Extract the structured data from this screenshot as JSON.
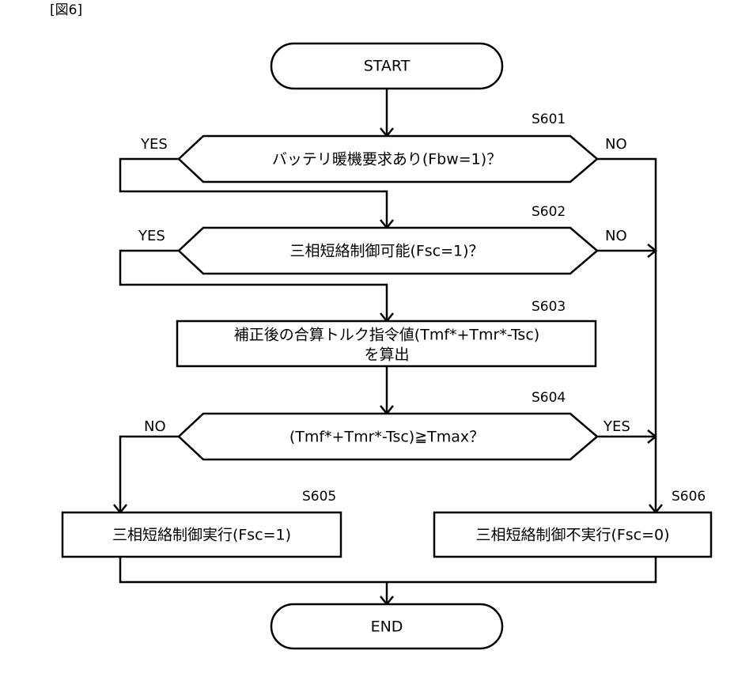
{
  "figure_label": "[図6]",
  "terminals": {
    "start": "START",
    "end": "END"
  },
  "steps": {
    "s601": {
      "id": "S601",
      "text": "バッテリ暖機要求あり(Fbw=1)？",
      "yes": "YES",
      "no": "NO"
    },
    "s602": {
      "id": "S602",
      "text": "三相短絡制御可能(Fsc=1)？",
      "yes": "YES",
      "no": "NO"
    },
    "s603": {
      "id": "S603",
      "line1": "補正後の合算トルク指令値(Tmf*+Tmr*-Tsc)",
      "line2": "を算出"
    },
    "s604": {
      "id": "S604",
      "text": "(Tmf*+Tmr*-Tsc)≧Tmax？",
      "yes": "YES",
      "no": "NO"
    },
    "s605": {
      "id": "S605",
      "text": "三相短絡制御実行(Fsc=1)"
    },
    "s606": {
      "id": "S606",
      "text": "三相短絡制御不実行(Fsc=0)"
    }
  }
}
